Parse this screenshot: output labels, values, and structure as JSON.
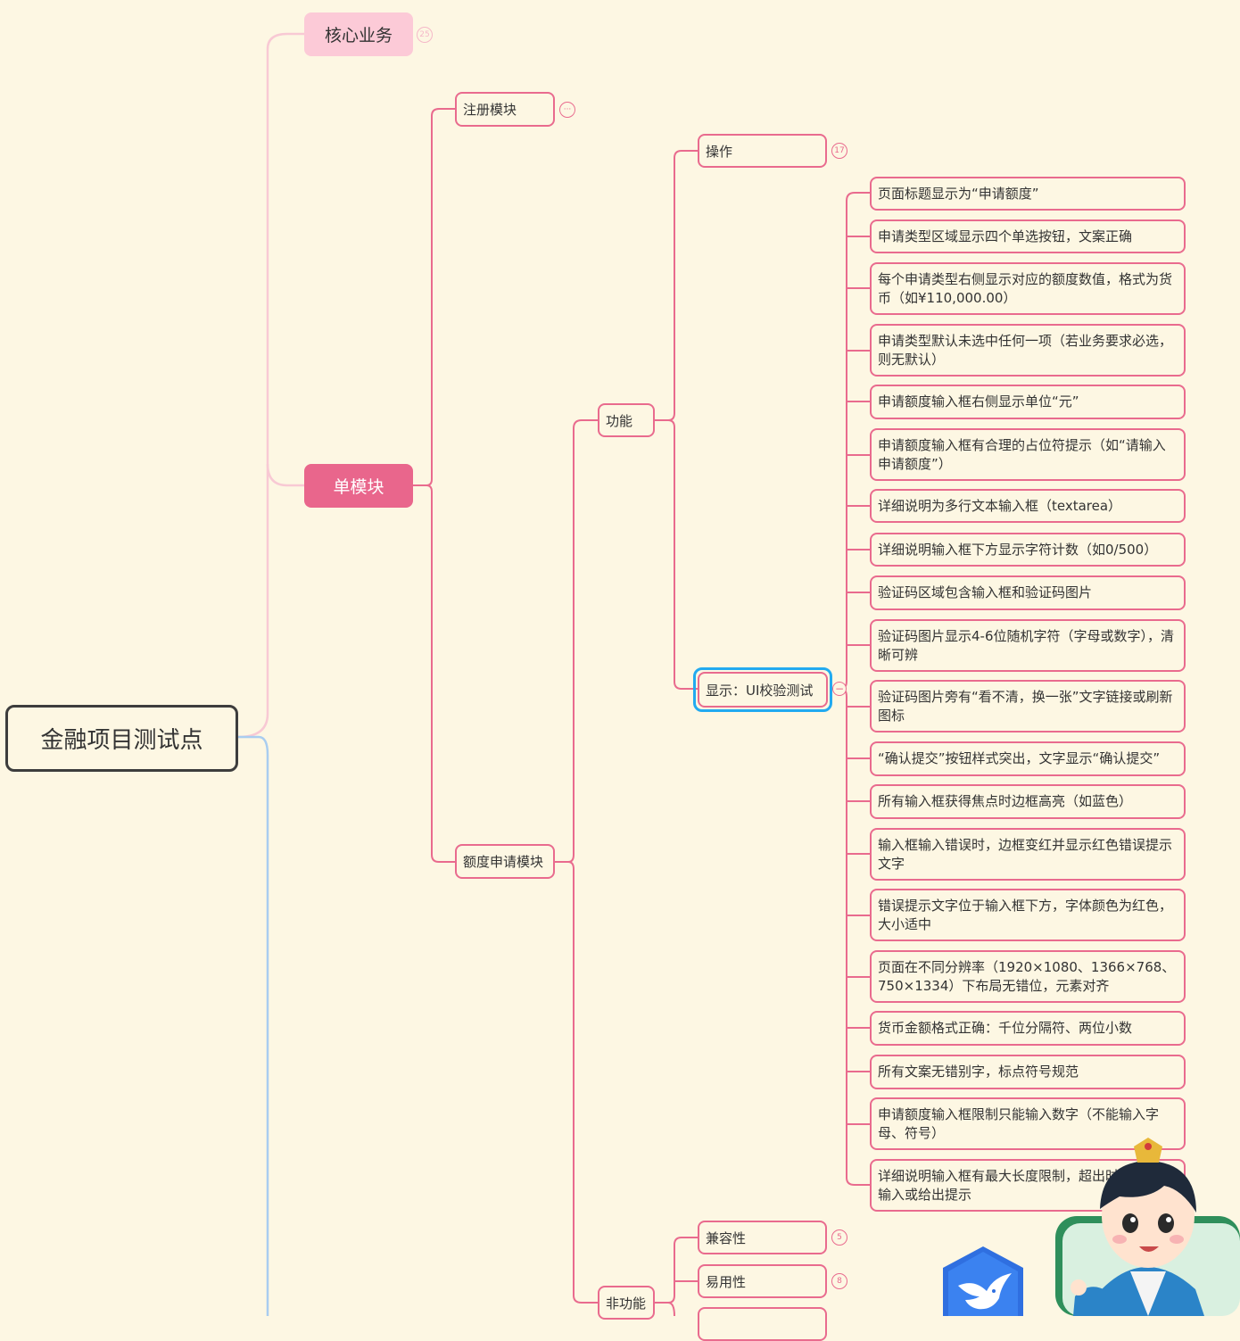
{
  "root": {
    "label": "金融项目测试点"
  },
  "level1": {
    "core": {
      "label": "核心业务",
      "count": "25"
    },
    "single": {
      "label": "单模块"
    }
  },
  "modules": {
    "register": {
      "label": "注册模块",
      "collapsed_indicator": "···"
    },
    "quota": {
      "label": "额度申请模块"
    }
  },
  "categories": {
    "function": {
      "label": "功能"
    },
    "nonfunction": {
      "label": "非功能"
    }
  },
  "subcategories": {
    "operation": {
      "label": "操作",
      "count": "17"
    },
    "display": {
      "label": "显示：UI校验测试",
      "collapse_indicator": "−"
    },
    "compat": {
      "label": "兼容性",
      "count": "5"
    },
    "usability": {
      "label": "易用性",
      "count": "8"
    }
  },
  "ui_checks": [
    "页面标题显示为“申请额度”",
    "申请类型区域显示四个单选按钮，文案正确",
    "每个申请类型右侧显示对应的额度数值，格式为货币（如¥110,000.00）",
    "申请类型默认未选中任何一项（若业务要求必选，则无默认）",
    "申请额度输入框右侧显示单位“元”",
    "申请额度输入框有合理的占位符提示（如“请输入申请额度”）",
    "详细说明为多行文本输入框（textarea）",
    "详细说明输入框下方显示字符计数（如0/500）",
    "验证码区域包含输入框和验证码图片",
    "验证码图片显示4-6位随机字符（字母或数字），清晰可辨",
    "验证码图片旁有“看不清，换一张”文字链接或刷新图标",
    "“确认提交”按钮样式突出，文字显示“确认提交”",
    "所有输入框获得焦点时边框高亮（如蓝色）",
    "输入框输入错误时，边框变红并显示红色错误提示文字",
    "错误提示文字位于输入框下方，字体颜色为红色，大小适中",
    "页面在不同分辨率（1920×1080、1366×768、750×1334）下布局无错位，元素对齐",
    "货币金额格式正确：千位分隔符、两位小数",
    "所有文案无错别字，标点符号规范",
    "申请额度输入框限制只能输入数字（不能输入字母、符号）",
    "详细说明输入框有最大长度限制，超出时无法继续输入或给出提示"
  ],
  "colors": {
    "background": "#fdf7e3",
    "branch_pink": "#e96b8e",
    "branch_pale": "#f8c9d4",
    "branch_blue": "#a9cdf0",
    "core_fill": "#fccad7",
    "single_fill": "#e9668c",
    "selection": "#22aaf0"
  },
  "icons": {
    "bird": "blue-bird-logo-icon",
    "mascot": "cartoon-character-mascot"
  }
}
